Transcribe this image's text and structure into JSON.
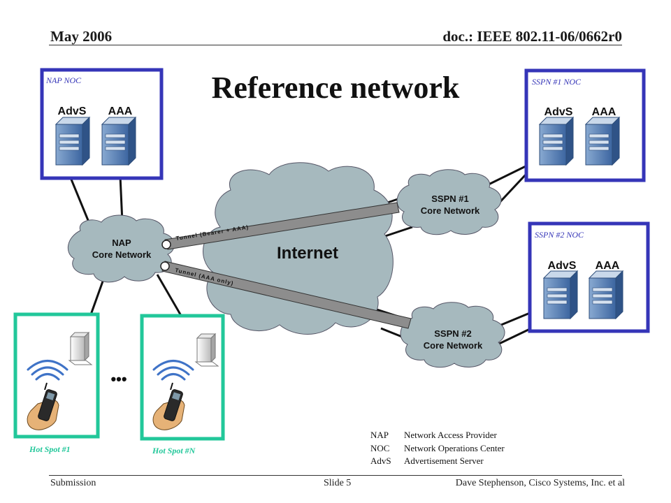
{
  "header": {
    "date": "May 2006",
    "doc": "doc.: IEEE 802.11-06/0662r0"
  },
  "title": "Reference network",
  "nocs": {
    "nap": {
      "label": "NAP NOC",
      "server1": "AdvS",
      "server2": "AAA"
    },
    "sspn1": {
      "label": "SSPN #1 NOC",
      "server1": "AdvS",
      "server2": "AAA"
    },
    "sspn2": {
      "label": "SSPN #2 NOC",
      "server1": "AdvS",
      "server2": "AAA"
    }
  },
  "clouds": {
    "internet": "Internet",
    "nap_line1": "NAP",
    "nap_line2": "Core Network",
    "sspn1_line1": "SSPN #1",
    "sspn1_line2": "Core Network",
    "sspn2_line1": "SSPN #2",
    "sspn2_line2": "Core Network"
  },
  "tunnels": {
    "t1": "Tunnel (Bearer + AAA)",
    "t2": "Tunnel (AAA only)"
  },
  "hotspots": {
    "h1": "Hot Spot #1",
    "hn": "Hot Spot #N",
    "ellipsis": "•••"
  },
  "legend": [
    {
      "abbr": "NAP",
      "text": "Network Access Provider"
    },
    {
      "abbr": "NOC",
      "text": "Network Operations Center"
    },
    {
      "abbr": "AdvS",
      "text": "Advertisement Server"
    }
  ],
  "footer": {
    "left": "Submission",
    "center": "Slide 5",
    "right": "Dave Stephenson, Cisco Systems, Inc. et al"
  },
  "colors": {
    "noc_border": "#3535b8",
    "hotspot_border": "#22c79a",
    "cloud": "#a6b9be",
    "server": "#5f86b6"
  }
}
